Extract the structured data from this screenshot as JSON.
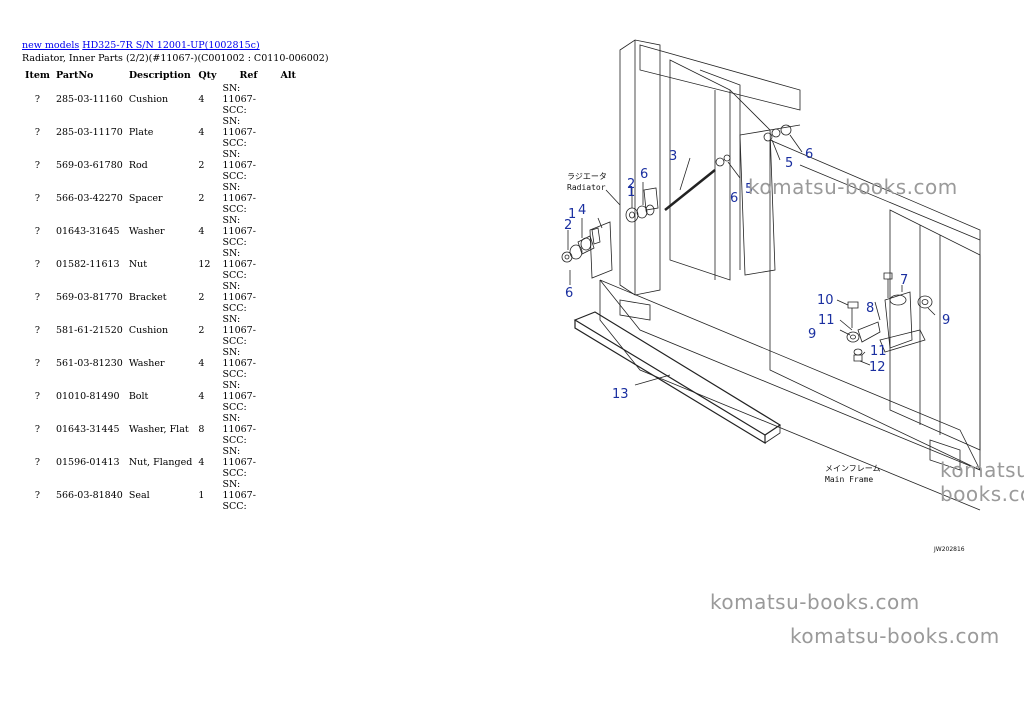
{
  "breadcrumb": {
    "link1": "new models",
    "link2": "HD325-7R S/N 12001-UP(1002815c)"
  },
  "subtitle": "Radiator, Inner Parts (2/2)(#11067-)(C001002 : C0110-006002)",
  "table": {
    "headers": [
      "Item",
      "PartNo",
      "Description",
      "Qty",
      "Ref",
      "Alt"
    ],
    "rows": [
      {
        "item": "?",
        "part": "285-03-11160",
        "desc": "Cushion",
        "qty": "4",
        "ref1": "SN: 11067-",
        "ref2": "SCC:"
      },
      {
        "item": "?",
        "part": "285-03-11170",
        "desc": "Plate",
        "qty": "4",
        "ref1": "SN: 11067-",
        "ref2": "SCC:"
      },
      {
        "item": "?",
        "part": "569-03-61780",
        "desc": "Rod",
        "qty": "2",
        "ref1": "SN: 11067-",
        "ref2": "SCC:"
      },
      {
        "item": "?",
        "part": "566-03-42270",
        "desc": "Spacer",
        "qty": "2",
        "ref1": "SN: 11067-",
        "ref2": "SCC:"
      },
      {
        "item": "?",
        "part": "01643-31645",
        "desc": "Washer",
        "qty": "4",
        "ref1": "SN: 11067-",
        "ref2": "SCC:"
      },
      {
        "item": "?",
        "part": "01582-11613",
        "desc": "Nut",
        "qty": "12",
        "ref1": "SN: 11067-",
        "ref2": "SCC:"
      },
      {
        "item": "?",
        "part": "569-03-81770",
        "desc": "Bracket",
        "qty": "2",
        "ref1": "SN: 11067-",
        "ref2": "SCC:"
      },
      {
        "item": "?",
        "part": "581-61-21520",
        "desc": "Cushion",
        "qty": "2",
        "ref1": "SN: 11067-",
        "ref2": "SCC:"
      },
      {
        "item": "?",
        "part": "561-03-81230",
        "desc": "Washer",
        "qty": "4",
        "ref1": "SN: 11067-",
        "ref2": "SCC:"
      },
      {
        "item": "?",
        "part": "01010-81490",
        "desc": "Bolt",
        "qty": "4",
        "ref1": "SN: 11067-",
        "ref2": "SCC:"
      },
      {
        "item": "?",
        "part": "01643-31445",
        "desc": "Washer, Flat",
        "qty": "8",
        "ref1": "SN: 11067-",
        "ref2": "SCC:"
      },
      {
        "item": "?",
        "part": "01596-01413",
        "desc": "Nut, Flanged",
        "qty": "4",
        "ref1": "SN: 11067-",
        "ref2": "SCC:"
      },
      {
        "item": "?",
        "part": "566-03-81840",
        "desc": "Seal",
        "qty": "1",
        "ref1": "SN: 11067-",
        "ref2": "SCC:"
      }
    ]
  },
  "diagram": {
    "radiator_jp": "ラジエータ",
    "radiator_en": "Radiator",
    "mainframe_jp": "メインフレーム",
    "mainframe_en": "Main Frame",
    "drawing_code": "JW202816",
    "callouts": [
      "1",
      "2",
      "3",
      "4",
      "5",
      "6",
      "7",
      "8",
      "9",
      "10",
      "11",
      "12",
      "13"
    ]
  },
  "watermarks": [
    "komatsu-books.com",
    "komatsu-books.com",
    "komatsu-books.com",
    "komatsu-books.com"
  ],
  "colors": {
    "link": "#0000ee",
    "callout": "#1a2fa0",
    "watermark": "#9a9a9a"
  }
}
